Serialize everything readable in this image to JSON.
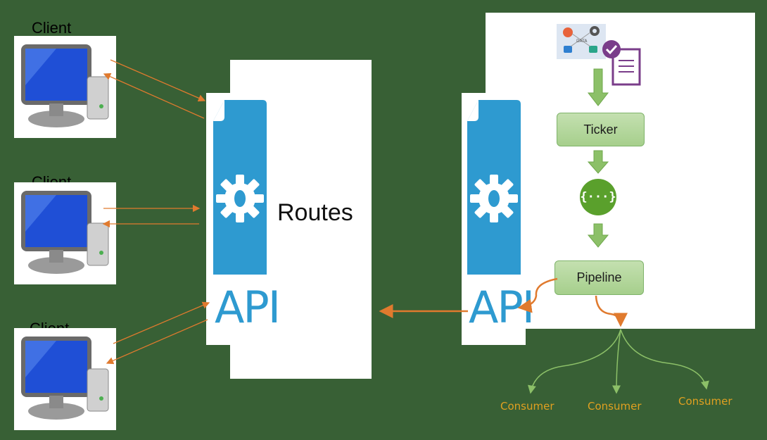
{
  "clients": [
    {
      "label": "Client"
    },
    {
      "label": "Client"
    },
    {
      "label": "Client"
    }
  ],
  "routes": {
    "label": "Routes"
  },
  "api_icons": [
    {
      "label": "API"
    },
    {
      "label": "API"
    }
  ],
  "pipeline_panel": {
    "data_icon_text": "DATA",
    "ticker_label": "Ticker",
    "json_icon_text": "{···}",
    "pipeline_label": "Pipeline"
  },
  "consumers": [
    {
      "label": "Consumer"
    },
    {
      "label": "Consumer"
    },
    {
      "label": "Consumer"
    }
  ],
  "colors": {
    "background": "#386035",
    "api_blue": "#2e9ad0",
    "arrow_orange": "#e07a2e",
    "flow_green": "#8cc068",
    "consumer_text": "#e0a020"
  }
}
